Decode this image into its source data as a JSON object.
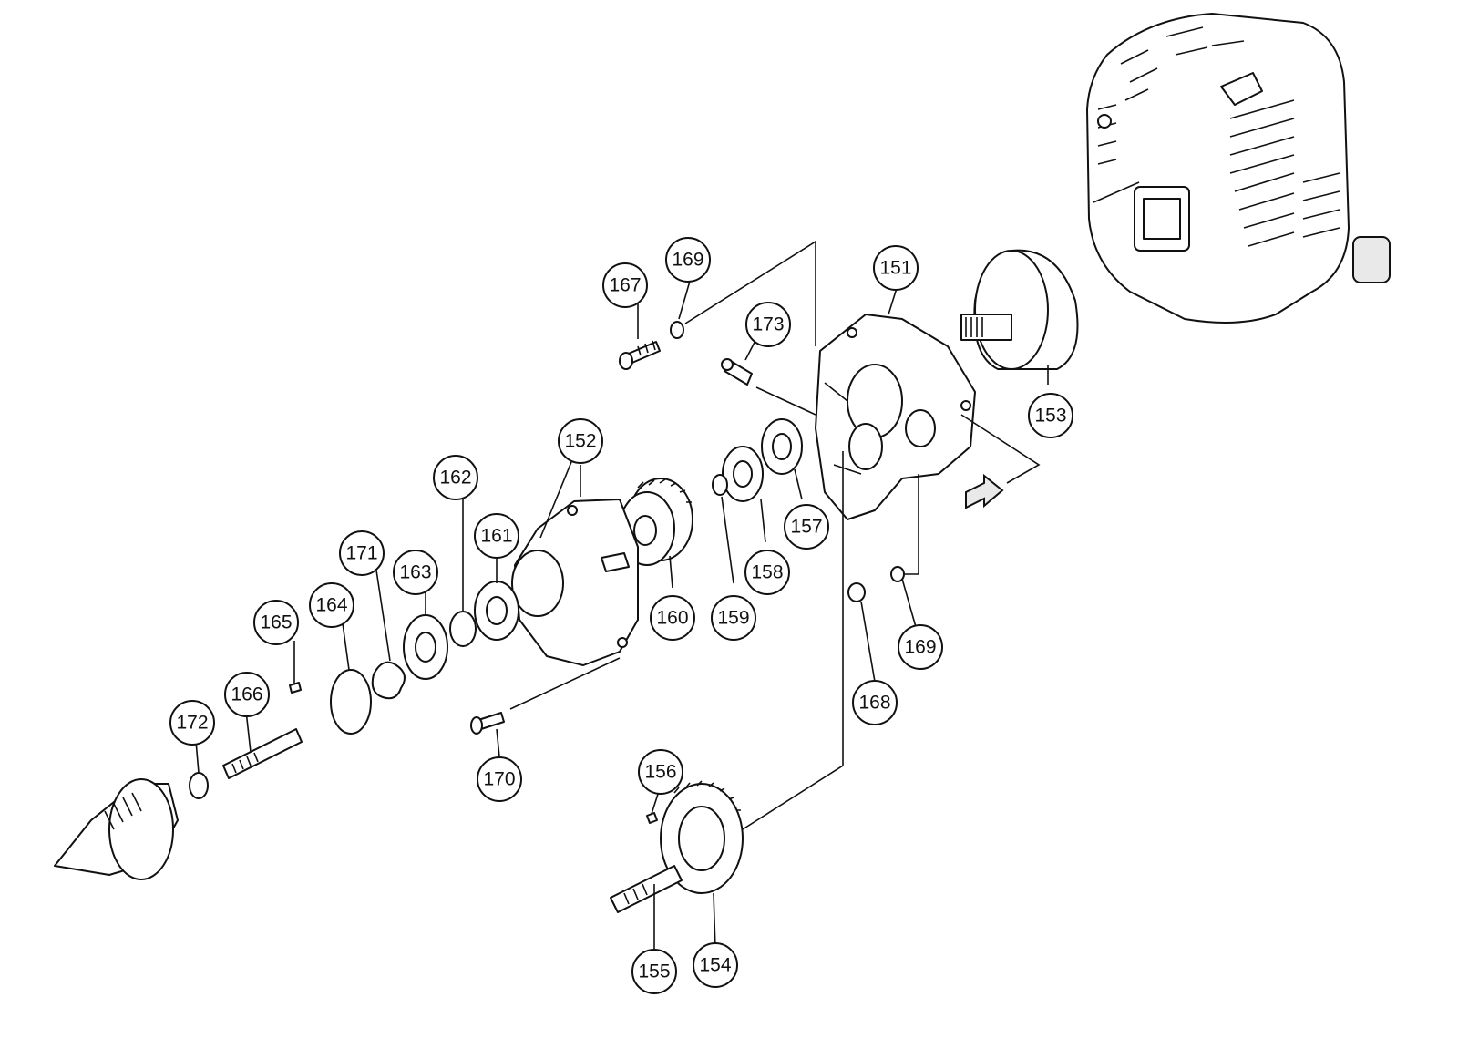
{
  "callouts": [
    {
      "id": "151",
      "label": "151"
    },
    {
      "id": "152",
      "label": "152"
    },
    {
      "id": "153",
      "label": "153"
    },
    {
      "id": "154",
      "label": "154"
    },
    {
      "id": "155",
      "label": "155"
    },
    {
      "id": "156",
      "label": "156"
    },
    {
      "id": "157",
      "label": "157"
    },
    {
      "id": "158",
      "label": "158"
    },
    {
      "id": "159",
      "label": "159"
    },
    {
      "id": "160",
      "label": "160"
    },
    {
      "id": "161",
      "label": "161"
    },
    {
      "id": "162",
      "label": "162"
    },
    {
      "id": "163",
      "label": "163"
    },
    {
      "id": "164",
      "label": "164"
    },
    {
      "id": "165",
      "label": "165"
    },
    {
      "id": "166",
      "label": "166"
    },
    {
      "id": "167",
      "label": "167"
    },
    {
      "id": "168",
      "label": "168"
    },
    {
      "id": "169a",
      "label": "169"
    },
    {
      "id": "169b",
      "label": "169"
    },
    {
      "id": "170",
      "label": "170"
    },
    {
      "id": "171",
      "label": "171"
    },
    {
      "id": "172",
      "label": "172"
    },
    {
      "id": "173",
      "label": "173"
    }
  ],
  "colors": {
    "line": "#111111",
    "background": "#ffffff"
  }
}
